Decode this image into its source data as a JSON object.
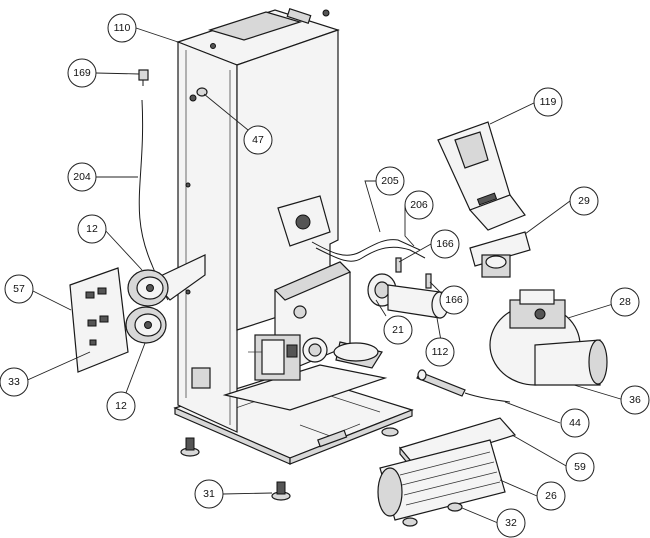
{
  "callouts": {
    "c110": "110",
    "c169": "169",
    "c47": "47",
    "c204": "204",
    "c119": "119",
    "c205": "205",
    "c206": "206",
    "c29": "29",
    "c166a": "166",
    "c166b": "166",
    "c12a": "12",
    "c12b": "12",
    "c57": "57",
    "c33": "33",
    "c21": "21",
    "c112": "112",
    "c28": "28",
    "c36": "36",
    "c44": "44",
    "c59": "59",
    "c31": "31",
    "c26": "26",
    "c32": "32"
  }
}
